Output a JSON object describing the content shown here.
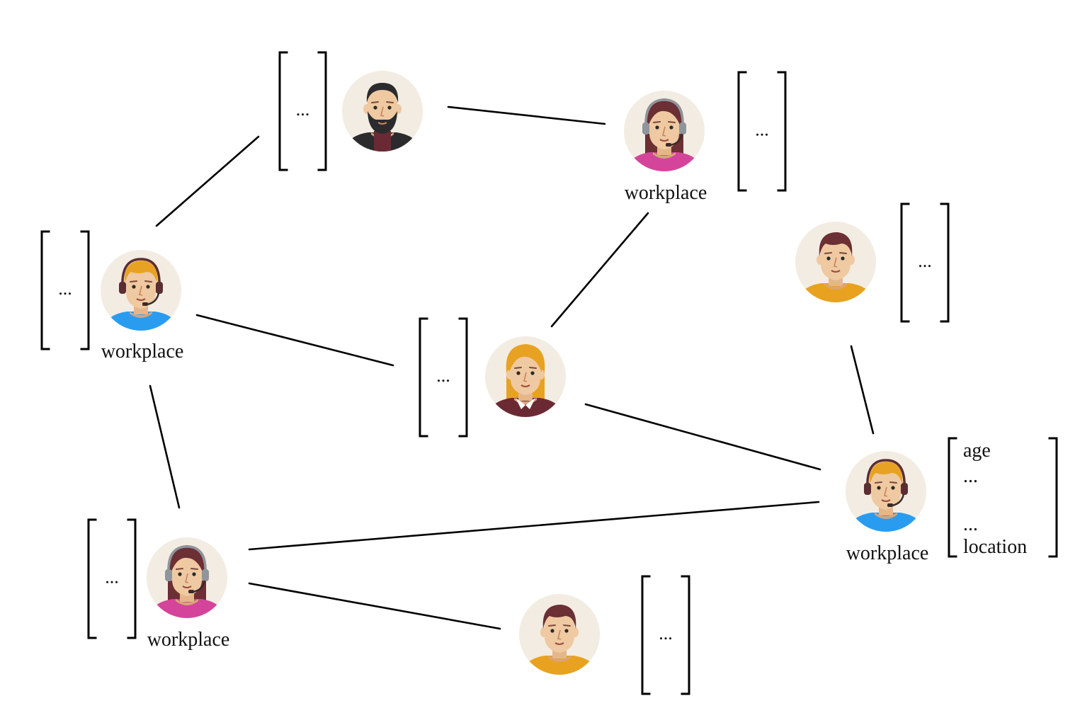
{
  "nodes": [
    {
      "id": "bearded-man",
      "avatar": "bearded-man-avatar-icon",
      "label": "",
      "attributes": [
        "..."
      ]
    },
    {
      "id": "woman-headset-top",
      "avatar": "woman-headset-avatar-icon",
      "label": "workplace",
      "attributes": [
        "..."
      ]
    },
    {
      "id": "man-headset-left",
      "avatar": "man-headset-avatar-icon",
      "label": "workplace",
      "attributes": [
        "..."
      ]
    },
    {
      "id": "man-right",
      "avatar": "man-avatar-icon",
      "label": "",
      "attributes": [
        "..."
      ]
    },
    {
      "id": "woman-center",
      "avatar": "woman-avatar-icon",
      "label": "",
      "attributes": [
        "..."
      ]
    },
    {
      "id": "man-headset-right",
      "avatar": "man-headset-avatar-icon",
      "label": "workplace",
      "attributes": [
        "age",
        "...",
        "...",
        "location"
      ]
    },
    {
      "id": "woman-headset-bottom",
      "avatar": "woman-headset-avatar-icon",
      "label": "workplace",
      "attributes": [
        "..."
      ]
    },
    {
      "id": "man-bottom",
      "avatar": "man-avatar-icon",
      "label": "",
      "attributes": [
        "..."
      ]
    }
  ],
  "edges": [
    [
      "bearded-man",
      "woman-headset-top"
    ],
    [
      "bearded-man",
      "man-headset-left"
    ],
    [
      "woman-headset-top",
      "woman-center"
    ],
    [
      "man-headset-left",
      "woman-center"
    ],
    [
      "man-headset-left",
      "woman-headset-bottom"
    ],
    [
      "woman-center",
      "man-headset-right"
    ],
    [
      "man-right",
      "man-headset-right"
    ],
    [
      "woman-headset-bottom",
      "man-headset-right"
    ],
    [
      "woman-headset-bottom",
      "man-bottom"
    ]
  ],
  "colors": {
    "avatar_bg": "#f3ece2",
    "skin": "#efc9a1",
    "blue_shirt": "#2a9cf0",
    "pink_shirt": "#d5449b",
    "yellow_shirt": "#e8a21f",
    "maroon": "#6b2a33",
    "hair_blonde": "#e8a223",
    "hair_brown": "#6b2f34",
    "hair_dark": "#2b2b2e",
    "headset": "#8e959c"
  }
}
